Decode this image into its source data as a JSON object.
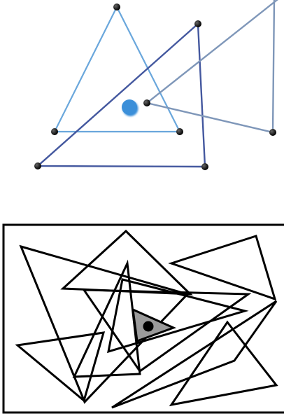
{
  "top_panel": {
    "triangles": [
      {
        "name": "light-blue",
        "color": "#6aa7dc"
      },
      {
        "name": "navy",
        "color": "#44589f"
      },
      {
        "name": "slate",
        "color": "#7f97b9"
      }
    ],
    "query_point": {
      "color": "#3a8fd9"
    },
    "vertex_color": "#000000"
  },
  "bottom_panel": {
    "stroke_color": "#000000",
    "highlight": {
      "fill": "#9b9b9b",
      "point_color": "#000000"
    }
  }
}
